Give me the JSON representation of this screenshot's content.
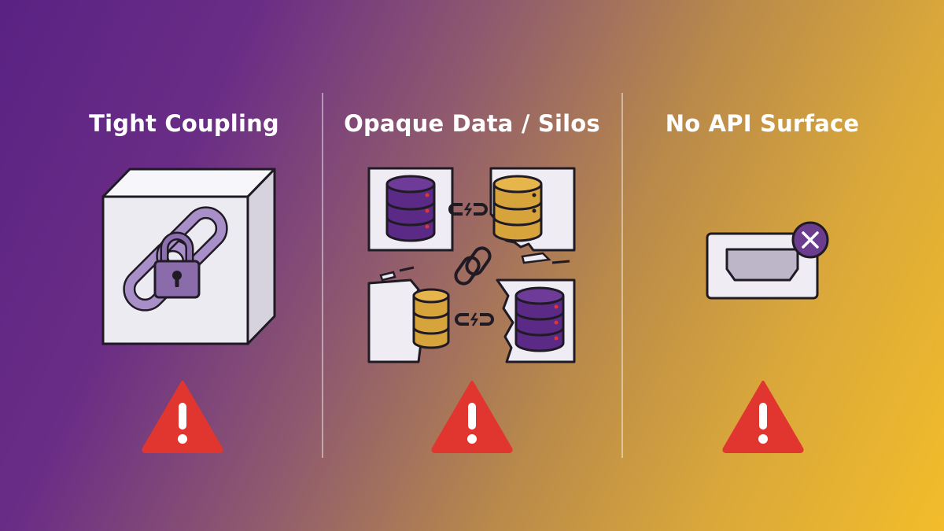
{
  "panels": [
    {
      "title": "Tight Coupling"
    },
    {
      "title": "Opaque Data / Silos"
    },
    {
      "title": "No API Surface"
    }
  ],
  "colors": {
    "purple": "#5b2a86",
    "gold": "#d6a43a",
    "outline": "#1f1a24",
    "panel_fill": "#efedf3",
    "warning_red": "#e0362f",
    "x_badge": "#6c3d8e"
  },
  "icons": [
    "box-icon",
    "chain-icon",
    "padlock-icon",
    "database-icon",
    "broken-link-icon",
    "port-icon",
    "close-icon",
    "warning-icon"
  ]
}
